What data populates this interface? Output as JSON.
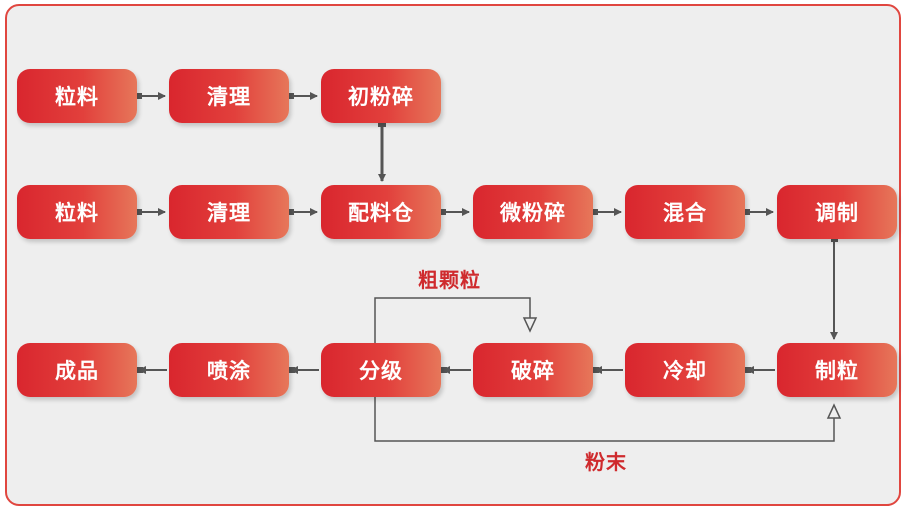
{
  "rows": [
    [
      "粒料",
      "清理",
      "初粉碎"
    ],
    [
      "粒料",
      "清理",
      "配料仓",
      "微粉碎",
      "混合",
      "调制"
    ],
    [
      "成品",
      "喷涂",
      "分级",
      "破碎",
      "冷却",
      "制粒"
    ]
  ],
  "edge_labels": {
    "coarse": "粗颗粒",
    "powder": "粉末"
  },
  "colors": {
    "accent": "#d9262e",
    "frame": "#e0463f",
    "background": "#eeeeee",
    "arrow": "#555555",
    "label": "#cf2a2d"
  }
}
